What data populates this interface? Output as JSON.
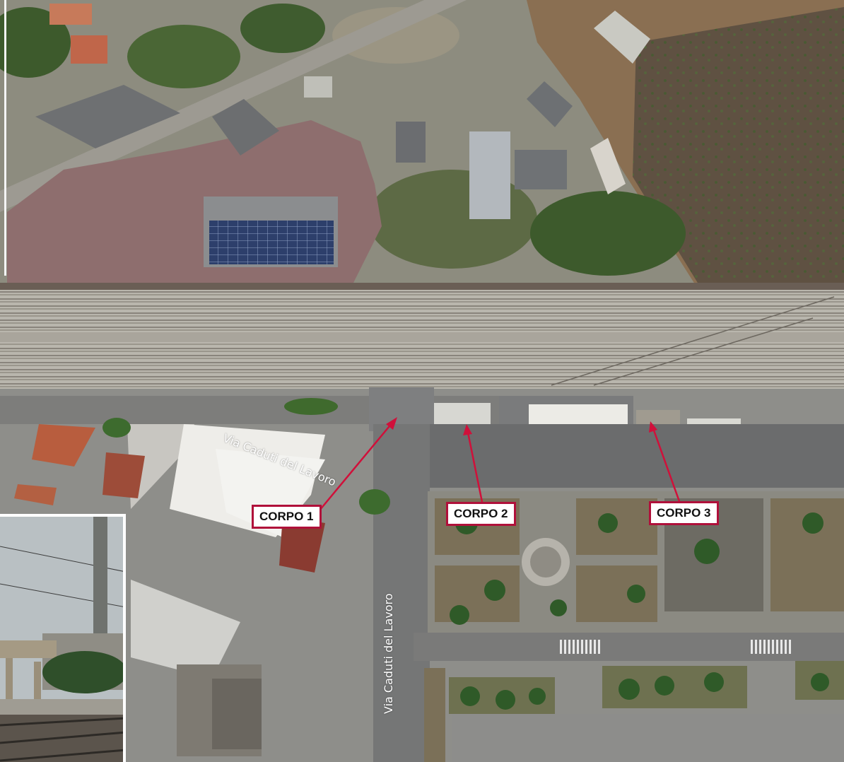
{
  "callouts": {
    "corpo1": "CORPO 1",
    "corpo2": "CORPO 2",
    "corpo3": "CORPO 3"
  },
  "streets": {
    "horizontal": "Via Caduti del Lavoro",
    "vertical": "Via Caduti del Lavoro"
  },
  "colors": {
    "callout_border": "#b0103a",
    "arrow": "#d0103a"
  }
}
